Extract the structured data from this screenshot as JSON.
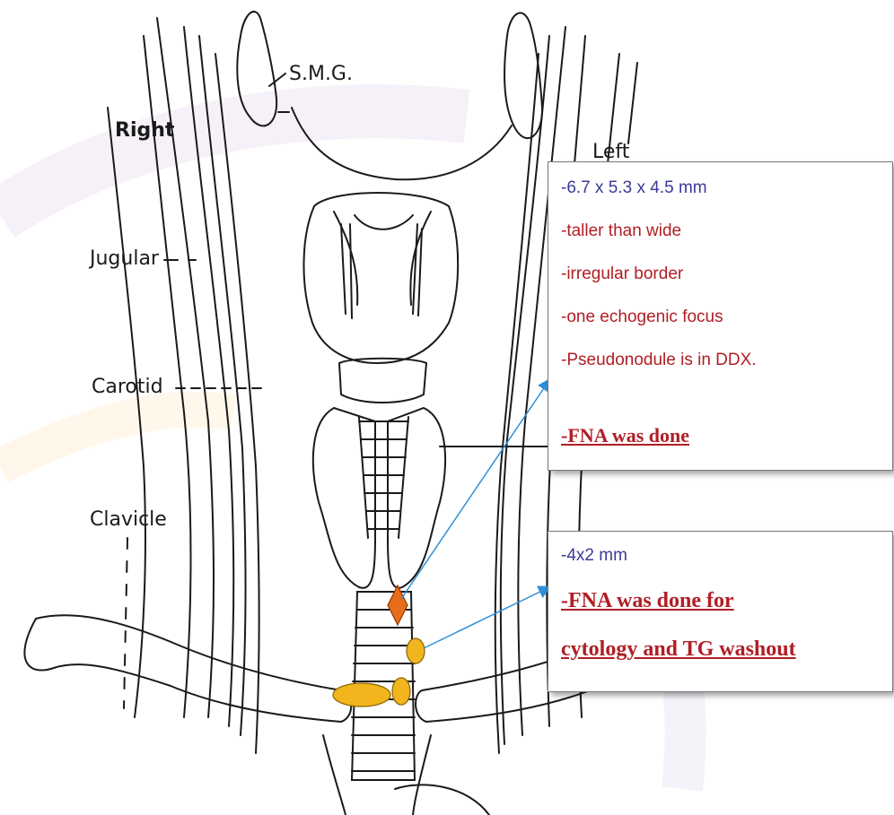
{
  "labels": {
    "smg": "S.M.G.",
    "right": "Right",
    "left": "Left",
    "jugular": "Jugular",
    "carotid": "Carotid",
    "clavicle": "Clavicle"
  },
  "box1": {
    "size": "-6.7 x 5.3 x 4.5 mm",
    "line2": "-taller than wide",
    "line3": "-irregular border",
    "line4": "-one echogenic focus",
    "line5": "-Pseudonodule is in DDX.",
    "line6": "-FNA was done"
  },
  "box2": {
    "size": "-4x2 mm",
    "line2": "-FNA was done for",
    "line3": "cytology and TG washout"
  },
  "colors": {
    "box_text_blue": "#3a3a9a",
    "box_text_red": "#b01e24",
    "nodule_diamond": "#e96b1c",
    "nodule_ovals": "#f2b51e",
    "arrow": "#2f8fd6"
  }
}
